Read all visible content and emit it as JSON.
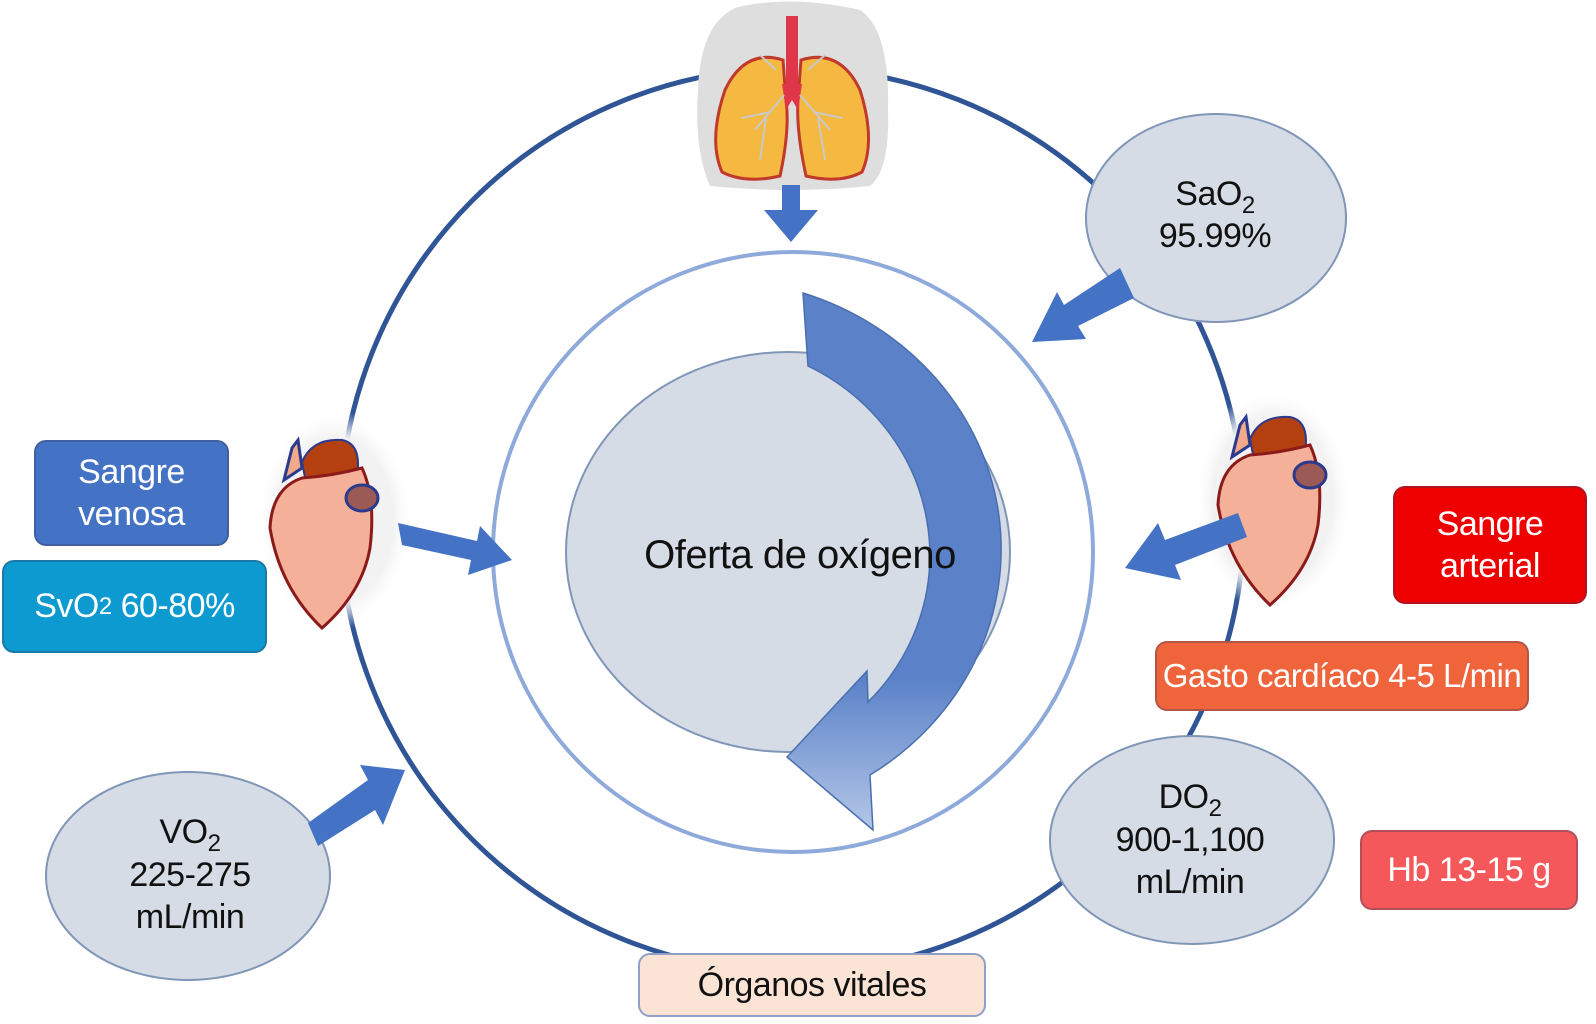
{
  "center": {
    "label": "Oferta de oxígeno"
  },
  "nodes": {
    "sao2": {
      "name": "SaO",
      "sub": "2",
      "value": "95.99%"
    },
    "do2": {
      "name": "DO",
      "sub": "2",
      "value": "900-1,100",
      "unit": "mL/min"
    },
    "vo2": {
      "name": "VO",
      "sub": "2",
      "value": "225-275",
      "unit": "mL/min"
    }
  },
  "boxes": {
    "venous_blood": {
      "line1": "Sangre",
      "line2": "venosa"
    },
    "svo2": {
      "name": "SvO",
      "sub": "2",
      "value": " 60-80%"
    },
    "arterial_blood": {
      "line1": "Sangre",
      "line2": "arterial"
    },
    "cardiac_output": {
      "label": "Gasto cardíaco 4-5 L/min"
    },
    "hb": {
      "label": "Hb 13-15 g"
    },
    "vital_organs": {
      "label": "Órganos vitales"
    }
  },
  "icons": {
    "lungs": "lungs-icon",
    "heart_left": "heart-icon",
    "heart_right": "heart-icon"
  },
  "colors": {
    "outer_ring": "#2f5597",
    "inner_ring": "#8eaadb",
    "node_fill": "#d6dce5",
    "arrow": "#4472c4",
    "venous_box": "#4472c4",
    "svo2_box": "#0c9ad0",
    "arterial_box": "#ee0000",
    "cardiac_output_box": "#f0643c",
    "hb_box": "#f5585a",
    "vital_organs_box": "#fbe4d5"
  }
}
